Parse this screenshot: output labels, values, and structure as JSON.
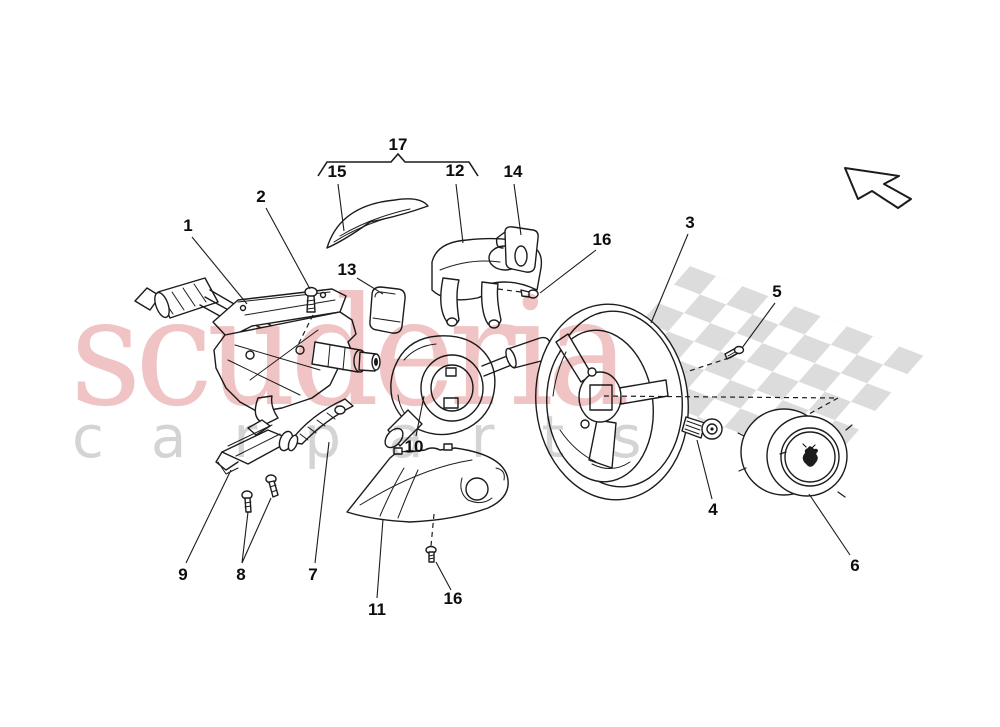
{
  "figure": {
    "kind": "exploded-parts-diagram",
    "background_color": "#ffffff",
    "line_color": "#1c1c1c"
  },
  "watermark": {
    "primary_text": "scuderia",
    "secondary_text": "carparts",
    "primary_color": "#e39494",
    "secondary_color": "#d2d2d2"
  },
  "decor": {
    "checker_color": "#dadada",
    "direction_arrow_icon": "arrow-up-left",
    "checkered_flag_icon": "checkered-flag-pattern"
  },
  "diagram": {
    "grouping_bracket": {
      "label": "17",
      "groups": [
        "15",
        "12"
      ]
    },
    "callout_numbers": [
      "1",
      "2",
      "3",
      "4",
      "5",
      "6",
      "7",
      "8",
      "9",
      "10",
      "11",
      "12",
      "13",
      "14",
      "15",
      "16",
      "17"
    ],
    "callouts": [
      {
        "label": "1"
      },
      {
        "label": "2"
      },
      {
        "label": "17"
      },
      {
        "label": "15"
      },
      {
        "label": "12"
      },
      {
        "label": "14"
      },
      {
        "label": "16"
      },
      {
        "label": "3"
      },
      {
        "label": "5"
      },
      {
        "label": "13"
      },
      {
        "label": "10"
      },
      {
        "label": "4"
      },
      {
        "label": "6"
      },
      {
        "label": "9"
      },
      {
        "label": "8"
      },
      {
        "label": "7"
      },
      {
        "label": "11"
      },
      {
        "label": "16"
      }
    ]
  }
}
